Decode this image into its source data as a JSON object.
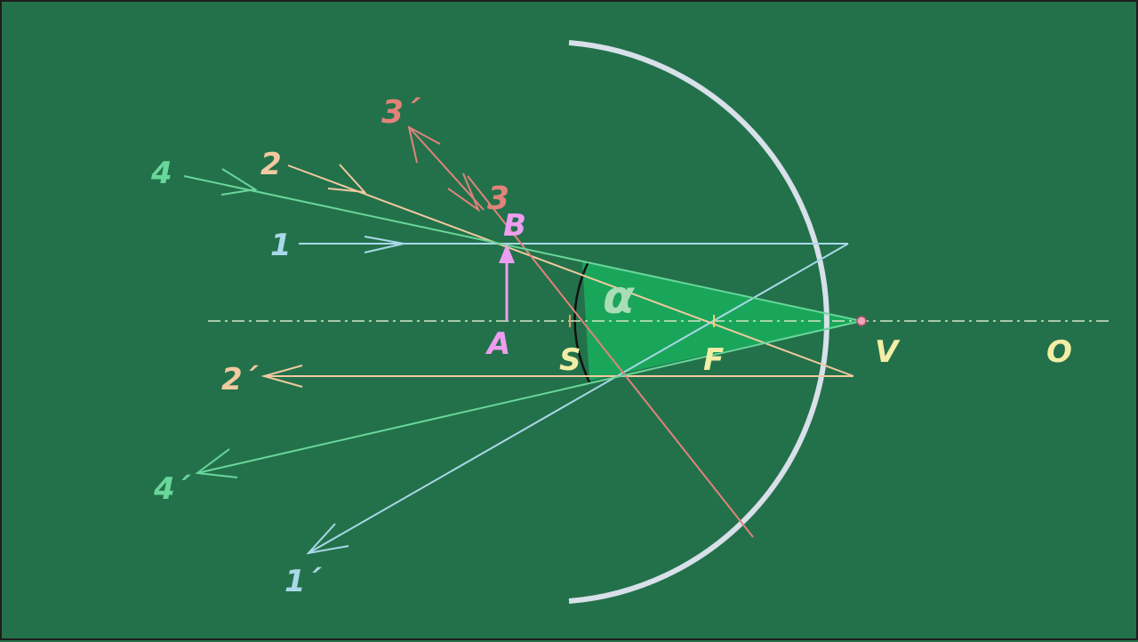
{
  "colors": {
    "background": "#23714a",
    "mirror": "#d8e0ea",
    "axis": "#d6e6c8",
    "ray1": "#a9d8ea",
    "ray2": "#f1c9a0",
    "ray3": "#e0837a",
    "ray4": "#69d69a",
    "object": "#ee9ef0",
    "angle_fill": "#1aa65a",
    "angle_label": "#a8ddb6",
    "point_label": "#f3eea6"
  },
  "labels": {
    "ray1_in": "1",
    "ray1_out": "1´",
    "ray2_in": "2",
    "ray2_out": "2´",
    "ray3_in": "3",
    "ray3_out": "3´",
    "ray4_in": "4",
    "ray4_out": "4´",
    "object_base": "A",
    "object_tip": "B",
    "center": "S",
    "focus": "F",
    "vertex": "V",
    "origin": "O",
    "angle": "α"
  }
}
